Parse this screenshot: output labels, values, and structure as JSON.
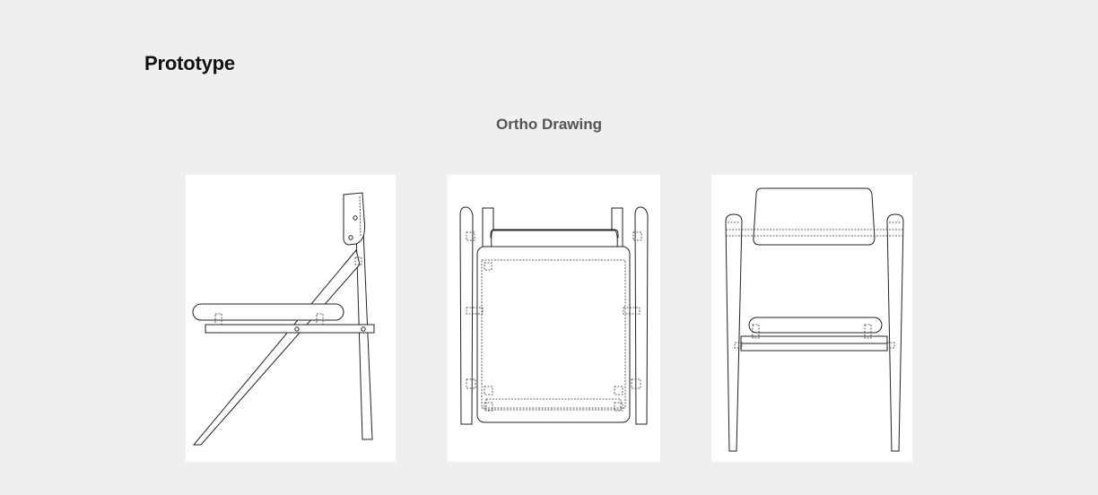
{
  "section": {
    "title": "Prototype"
  },
  "drawing": {
    "title": "Ortho Drawing"
  },
  "views": [
    {
      "name": "side-view",
      "icon": "chair-side-view-icon"
    },
    {
      "name": "top-view",
      "icon": "chair-top-view-icon"
    },
    {
      "name": "front-view",
      "icon": "chair-front-view-icon"
    }
  ],
  "colors": {
    "background": "#efefef",
    "panel": "#ffffff",
    "line": "#222222",
    "title": "#111111",
    "subtitle": "#555555"
  }
}
